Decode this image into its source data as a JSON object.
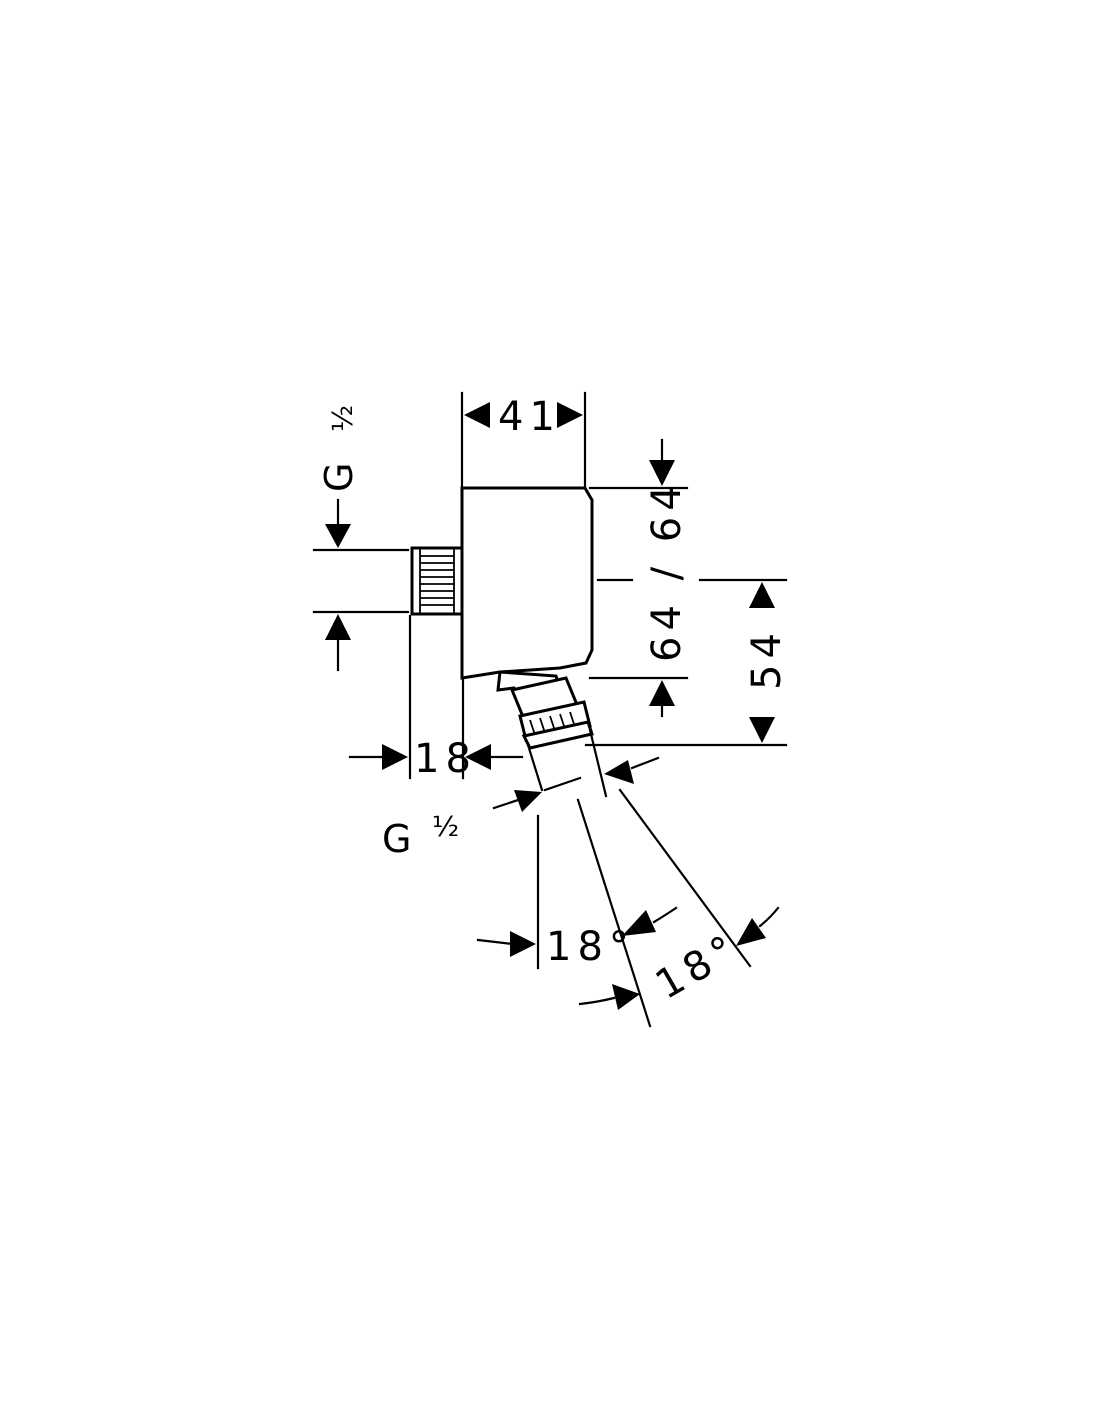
{
  "dimensions": {
    "width_top": "41",
    "height_dual": "64 / 64",
    "height_right": "54",
    "thread_offset": "18",
    "thread_left_label": "G",
    "thread_left_fraction": "½",
    "thread_bottom_label": "G",
    "thread_bottom_fraction": "½",
    "angle_left": "18°",
    "angle_right": "18°"
  },
  "colors": {
    "ink": "#000000",
    "paper": "#ffffff"
  }
}
